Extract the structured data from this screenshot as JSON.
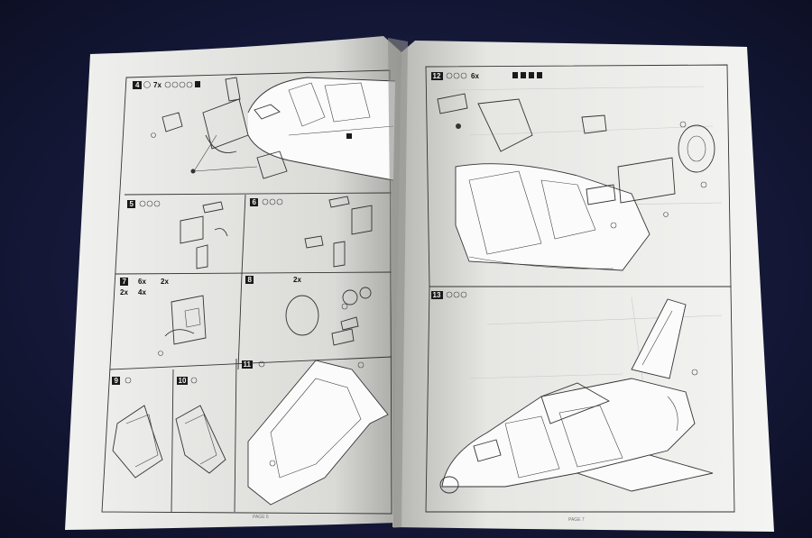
{
  "left_page": {
    "footer": "PAGE 6",
    "panels": [
      {
        "step": "4",
        "qty": "7x"
      },
      {
        "step": "5"
      },
      {
        "step": "6"
      },
      {
        "step": "7",
        "qty": "6x",
        "qty2": "2x",
        "qty3": "2x",
        "qty4": "4x"
      },
      {
        "step": "8",
        "qty": "2x"
      },
      {
        "step": "9"
      },
      {
        "step": "10"
      },
      {
        "step": "11"
      }
    ]
  },
  "right_page": {
    "footer": "PAGE 7",
    "panels": [
      {
        "step": "12",
        "qty": "6x"
      },
      {
        "step": "13"
      }
    ]
  },
  "colors": {
    "background": "#161a3a",
    "paper": "#f3f3f1",
    "ink": "#1a1a1a"
  }
}
